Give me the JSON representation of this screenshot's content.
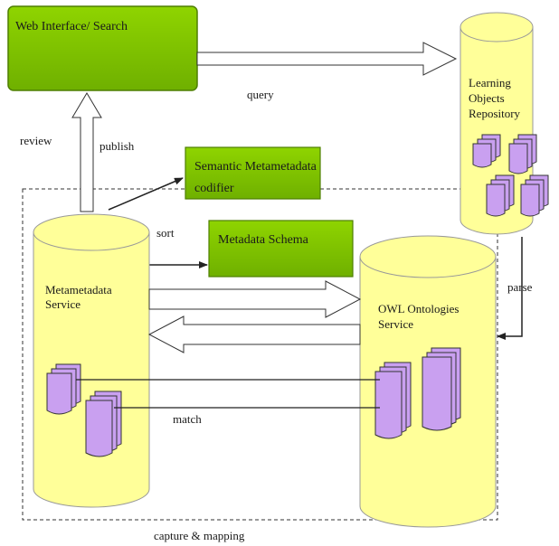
{
  "colors": {
    "green_fill": "#7fc200",
    "green_stroke": "#4e7f00",
    "cylinder_fill": "#ffff99",
    "cylinder_stroke": "#999999",
    "document_fill": "#c9a0f0",
    "document_stroke": "#333333",
    "line": "#222222"
  },
  "boxes": {
    "web_interface": "Web Interface/ Search",
    "semantic_codifier_line1": "Semantic Metametadata",
    "semantic_codifier_line2": "codifier",
    "metadata_schema": "Metadata Schema"
  },
  "cylinders": {
    "learning_objects_line1": "Learning",
    "learning_objects_line2": "Objects",
    "learning_objects_line3": "Repository",
    "metametadata_line1": "Metametadata",
    "metametadata_line2": "Service",
    "owl_line1": "OWL Ontologies",
    "owl_line2": "Service"
  },
  "edge_labels": {
    "query": "query",
    "review": "review",
    "publish": "publish",
    "sort": "sort",
    "parse": "parse",
    "match": "match",
    "capture_mapping": "capture & mapping"
  }
}
